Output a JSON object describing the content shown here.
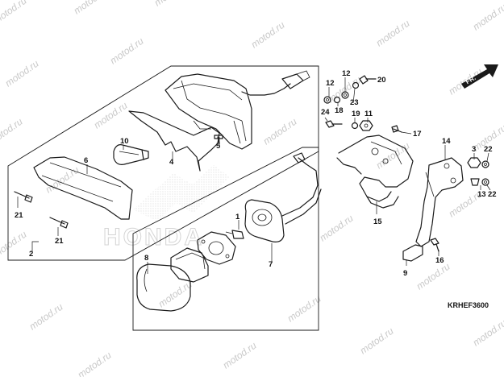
{
  "diagram": {
    "direction_label": "FR.",
    "drawing_code": "KRHEF3600",
    "watermark": "motod.ru",
    "logo_text": "HONDA",
    "callouts": [
      "1",
      "2",
      "3",
      "4",
      "5",
      "6",
      "7",
      "8",
      "9",
      "10",
      "11",
      "12",
      "12",
      "13",
      "14",
      "15",
      "16",
      "17",
      "18",
      "19",
      "20",
      "21",
      "21",
      "22",
      "22",
      "23",
      "24"
    ]
  }
}
